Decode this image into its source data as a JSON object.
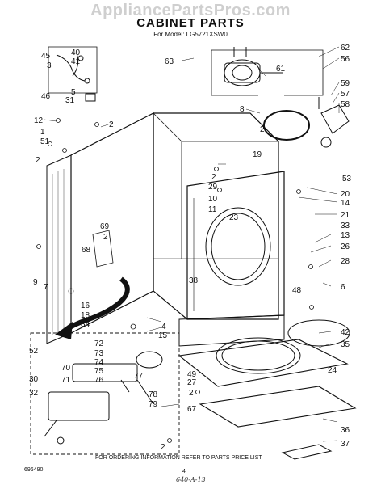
{
  "watermark": "AppliancePartsPros.com",
  "title": "CABINET PARTS",
  "subtitle": "For Model: LG5721XSW0",
  "footer_note": "FOR ORDERING INFORMATION REFER TO PARTS PRICE LIST",
  "figure_number": "696490",
  "page_number": "4",
  "handwritten_note": "640-A-13",
  "callouts": [
    {
      "id": "c45",
      "text": "45"
    },
    {
      "id": "c40",
      "text": "40"
    },
    {
      "id": "c41",
      "text": "41"
    },
    {
      "id": "c3",
      "text": "3"
    },
    {
      "id": "c46",
      "text": "46"
    },
    {
      "id": "c31",
      "text": "31"
    },
    {
      "id": "c5",
      "text": "5"
    },
    {
      "id": "c63",
      "text": "63"
    },
    {
      "id": "c62",
      "text": "62"
    },
    {
      "id": "c56",
      "text": "56"
    },
    {
      "id": "c61",
      "text": "61"
    },
    {
      "id": "c59",
      "text": "59"
    },
    {
      "id": "c57",
      "text": "57"
    },
    {
      "id": "c58",
      "text": "58"
    },
    {
      "id": "c8",
      "text": "8"
    },
    {
      "id": "c12",
      "text": "12"
    },
    {
      "id": "c1",
      "text": "1"
    },
    {
      "id": "c51",
      "text": "51"
    },
    {
      "id": "c2a",
      "text": "2"
    },
    {
      "id": "c2b",
      "text": "2"
    },
    {
      "id": "c2c",
      "text": "2"
    },
    {
      "id": "c2d",
      "text": "2"
    },
    {
      "id": "c19",
      "text": "19"
    },
    {
      "id": "c53",
      "text": "53"
    },
    {
      "id": "c29",
      "text": "29"
    },
    {
      "id": "c10",
      "text": "10"
    },
    {
      "id": "c11",
      "text": "11"
    },
    {
      "id": "c20",
      "text": "20"
    },
    {
      "id": "c14",
      "text": "14"
    },
    {
      "id": "c21",
      "text": "21"
    },
    {
      "id": "c23",
      "text": "23"
    },
    {
      "id": "c33",
      "text": "33"
    },
    {
      "id": "c69",
      "text": "69"
    },
    {
      "id": "c2e",
      "text": "2"
    },
    {
      "id": "c13",
      "text": "13"
    },
    {
      "id": "c26",
      "text": "26"
    },
    {
      "id": "c68",
      "text": "68"
    },
    {
      "id": "c28",
      "text": "28"
    },
    {
      "id": "c9",
      "text": "9"
    },
    {
      "id": "c7",
      "text": "7"
    },
    {
      "id": "c38",
      "text": "38"
    },
    {
      "id": "c48",
      "text": "48"
    },
    {
      "id": "c6",
      "text": "6"
    },
    {
      "id": "c16",
      "text": "16"
    },
    {
      "id": "c18",
      "text": "18"
    },
    {
      "id": "c34",
      "text": "34"
    },
    {
      "id": "c4",
      "text": "4"
    },
    {
      "id": "c15",
      "text": "15"
    },
    {
      "id": "c42",
      "text": "42"
    },
    {
      "id": "c35",
      "text": "35"
    },
    {
      "id": "c72",
      "text": "72"
    },
    {
      "id": "c73",
      "text": "73"
    },
    {
      "id": "c74",
      "text": "74"
    },
    {
      "id": "c75",
      "text": "75"
    },
    {
      "id": "c52",
      "text": "52"
    },
    {
      "id": "c70",
      "text": "70"
    },
    {
      "id": "c71",
      "text": "71"
    },
    {
      "id": "c76",
      "text": "76"
    },
    {
      "id": "c77",
      "text": "77"
    },
    {
      "id": "c24",
      "text": "24"
    },
    {
      "id": "c49",
      "text": "49"
    },
    {
      "id": "c27",
      "text": "27"
    },
    {
      "id": "c2f",
      "text": "2"
    },
    {
      "id": "c67",
      "text": "67"
    },
    {
      "id": "c30",
      "text": "30"
    },
    {
      "id": "c32",
      "text": "32"
    },
    {
      "id": "c78",
      "text": "78"
    },
    {
      "id": "c79",
      "text": "79"
    },
    {
      "id": "c36",
      "text": "36"
    },
    {
      "id": "c37",
      "text": "37"
    },
    {
      "id": "c2g",
      "text": "2"
    }
  ]
}
